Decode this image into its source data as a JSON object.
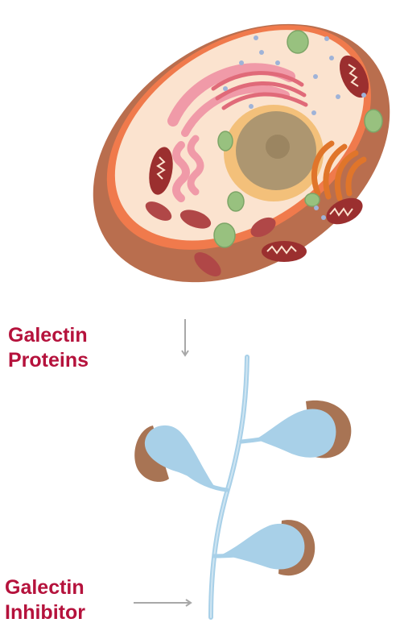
{
  "labels": {
    "proteins_line1": "Galectin",
    "proteins_line2": "Proteins",
    "inhibitor_line1": "Galectin",
    "inhibitor_line2": "Inhibitor"
  },
  "colors": {
    "label_text": "#b5123c",
    "cell_outer": "#b96e4e",
    "cell_membrane": "#f07a4c",
    "cytoplasm": "#fbe3cf",
    "nucleus_envelope": "#f3c07a",
    "nucleus": "#ad9670",
    "golgi": "#f09aa8",
    "er": "#e06a79",
    "mitochondria": "#9b2f2f",
    "vesicle": "#98c17f",
    "lysosome": "#b04747",
    "inhibitor_stem": "#a8d0e8",
    "protein_head": "#a87454",
    "arrow": "#a8a8a8"
  },
  "icons": {
    "cell": "animal-cell-icon",
    "inhibitor": "branched-glycan-icon",
    "arrow_down": "arrow-down-icon",
    "arrow_right": "arrow-right-icon"
  }
}
